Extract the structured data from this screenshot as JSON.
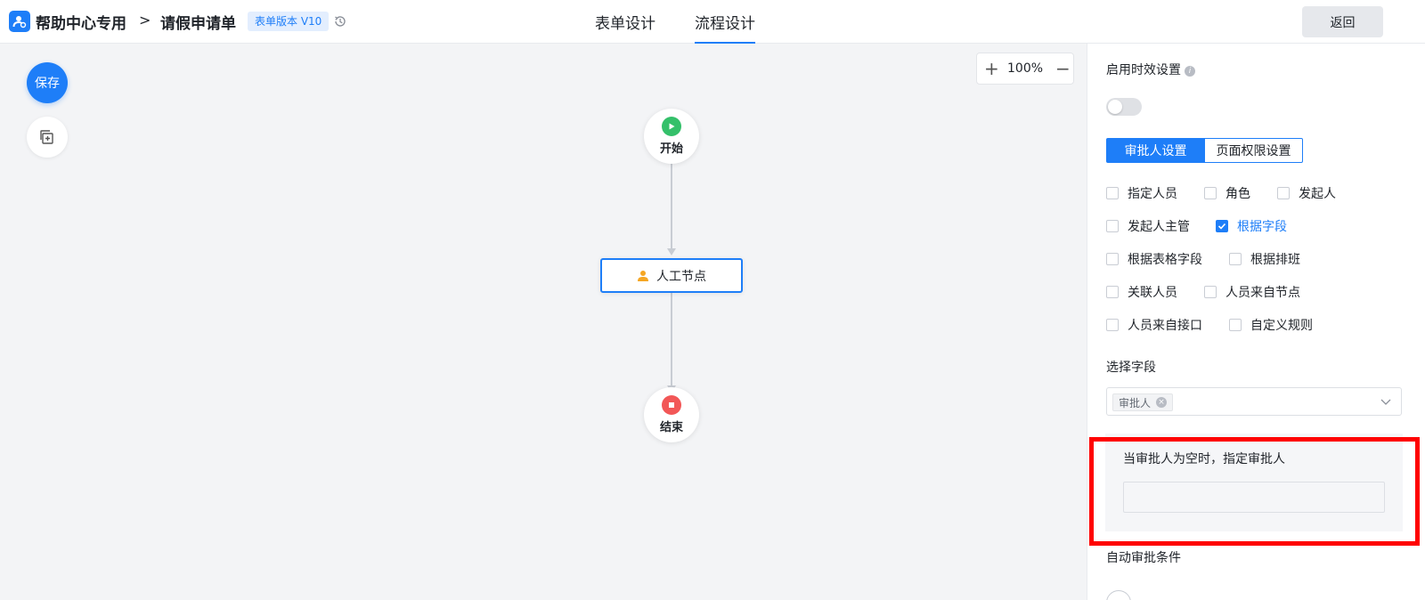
{
  "header": {
    "app_name": "帮助中心专用",
    "separator": ">",
    "form_name": "请假申请单",
    "version_badge": "表单版本 V10",
    "tabs": [
      {
        "label": "表单设计",
        "active": false
      },
      {
        "label": "流程设计",
        "active": true
      }
    ],
    "back_label": "返回"
  },
  "canvas": {
    "save_label": "保存",
    "zoom_in": "+",
    "zoom_level": "100%",
    "zoom_out": "−",
    "nodes": {
      "start": "开始",
      "task": "人工节点",
      "end": "结束"
    }
  },
  "panel": {
    "timeliness_label": "启用时效设置",
    "timeliness_enabled": false,
    "segments": [
      {
        "label": "审批人设置",
        "active": true
      },
      {
        "label": "页面权限设置",
        "active": false
      }
    ],
    "approver_options": [
      {
        "label": "指定人员",
        "checked": false
      },
      {
        "label": "角色",
        "checked": false
      },
      {
        "label": "发起人",
        "checked": false
      },
      {
        "label": "发起人主管",
        "checked": false
      },
      {
        "label": "根据字段",
        "checked": true
      },
      {
        "label": "根据表格字段",
        "checked": false
      },
      {
        "label": "根据排班",
        "checked": false
      },
      {
        "label": "关联人员",
        "checked": false
      },
      {
        "label": "人员来自节点",
        "checked": false
      },
      {
        "label": "人员来自接口",
        "checked": false
      },
      {
        "label": "自定义规则",
        "checked": false
      }
    ],
    "select_field_label": "选择字段",
    "selected_tag": "审批人",
    "empty_approver_label": "当审批人为空时，指定审批人",
    "empty_approver_value": "",
    "auto_approve_label": "自动审批条件"
  },
  "colors": {
    "primary": "#1e7ef8",
    "start_node": "#34c06a",
    "end_node": "#f25757",
    "highlight": "#ff0000",
    "task_icon": "#f5a623"
  }
}
